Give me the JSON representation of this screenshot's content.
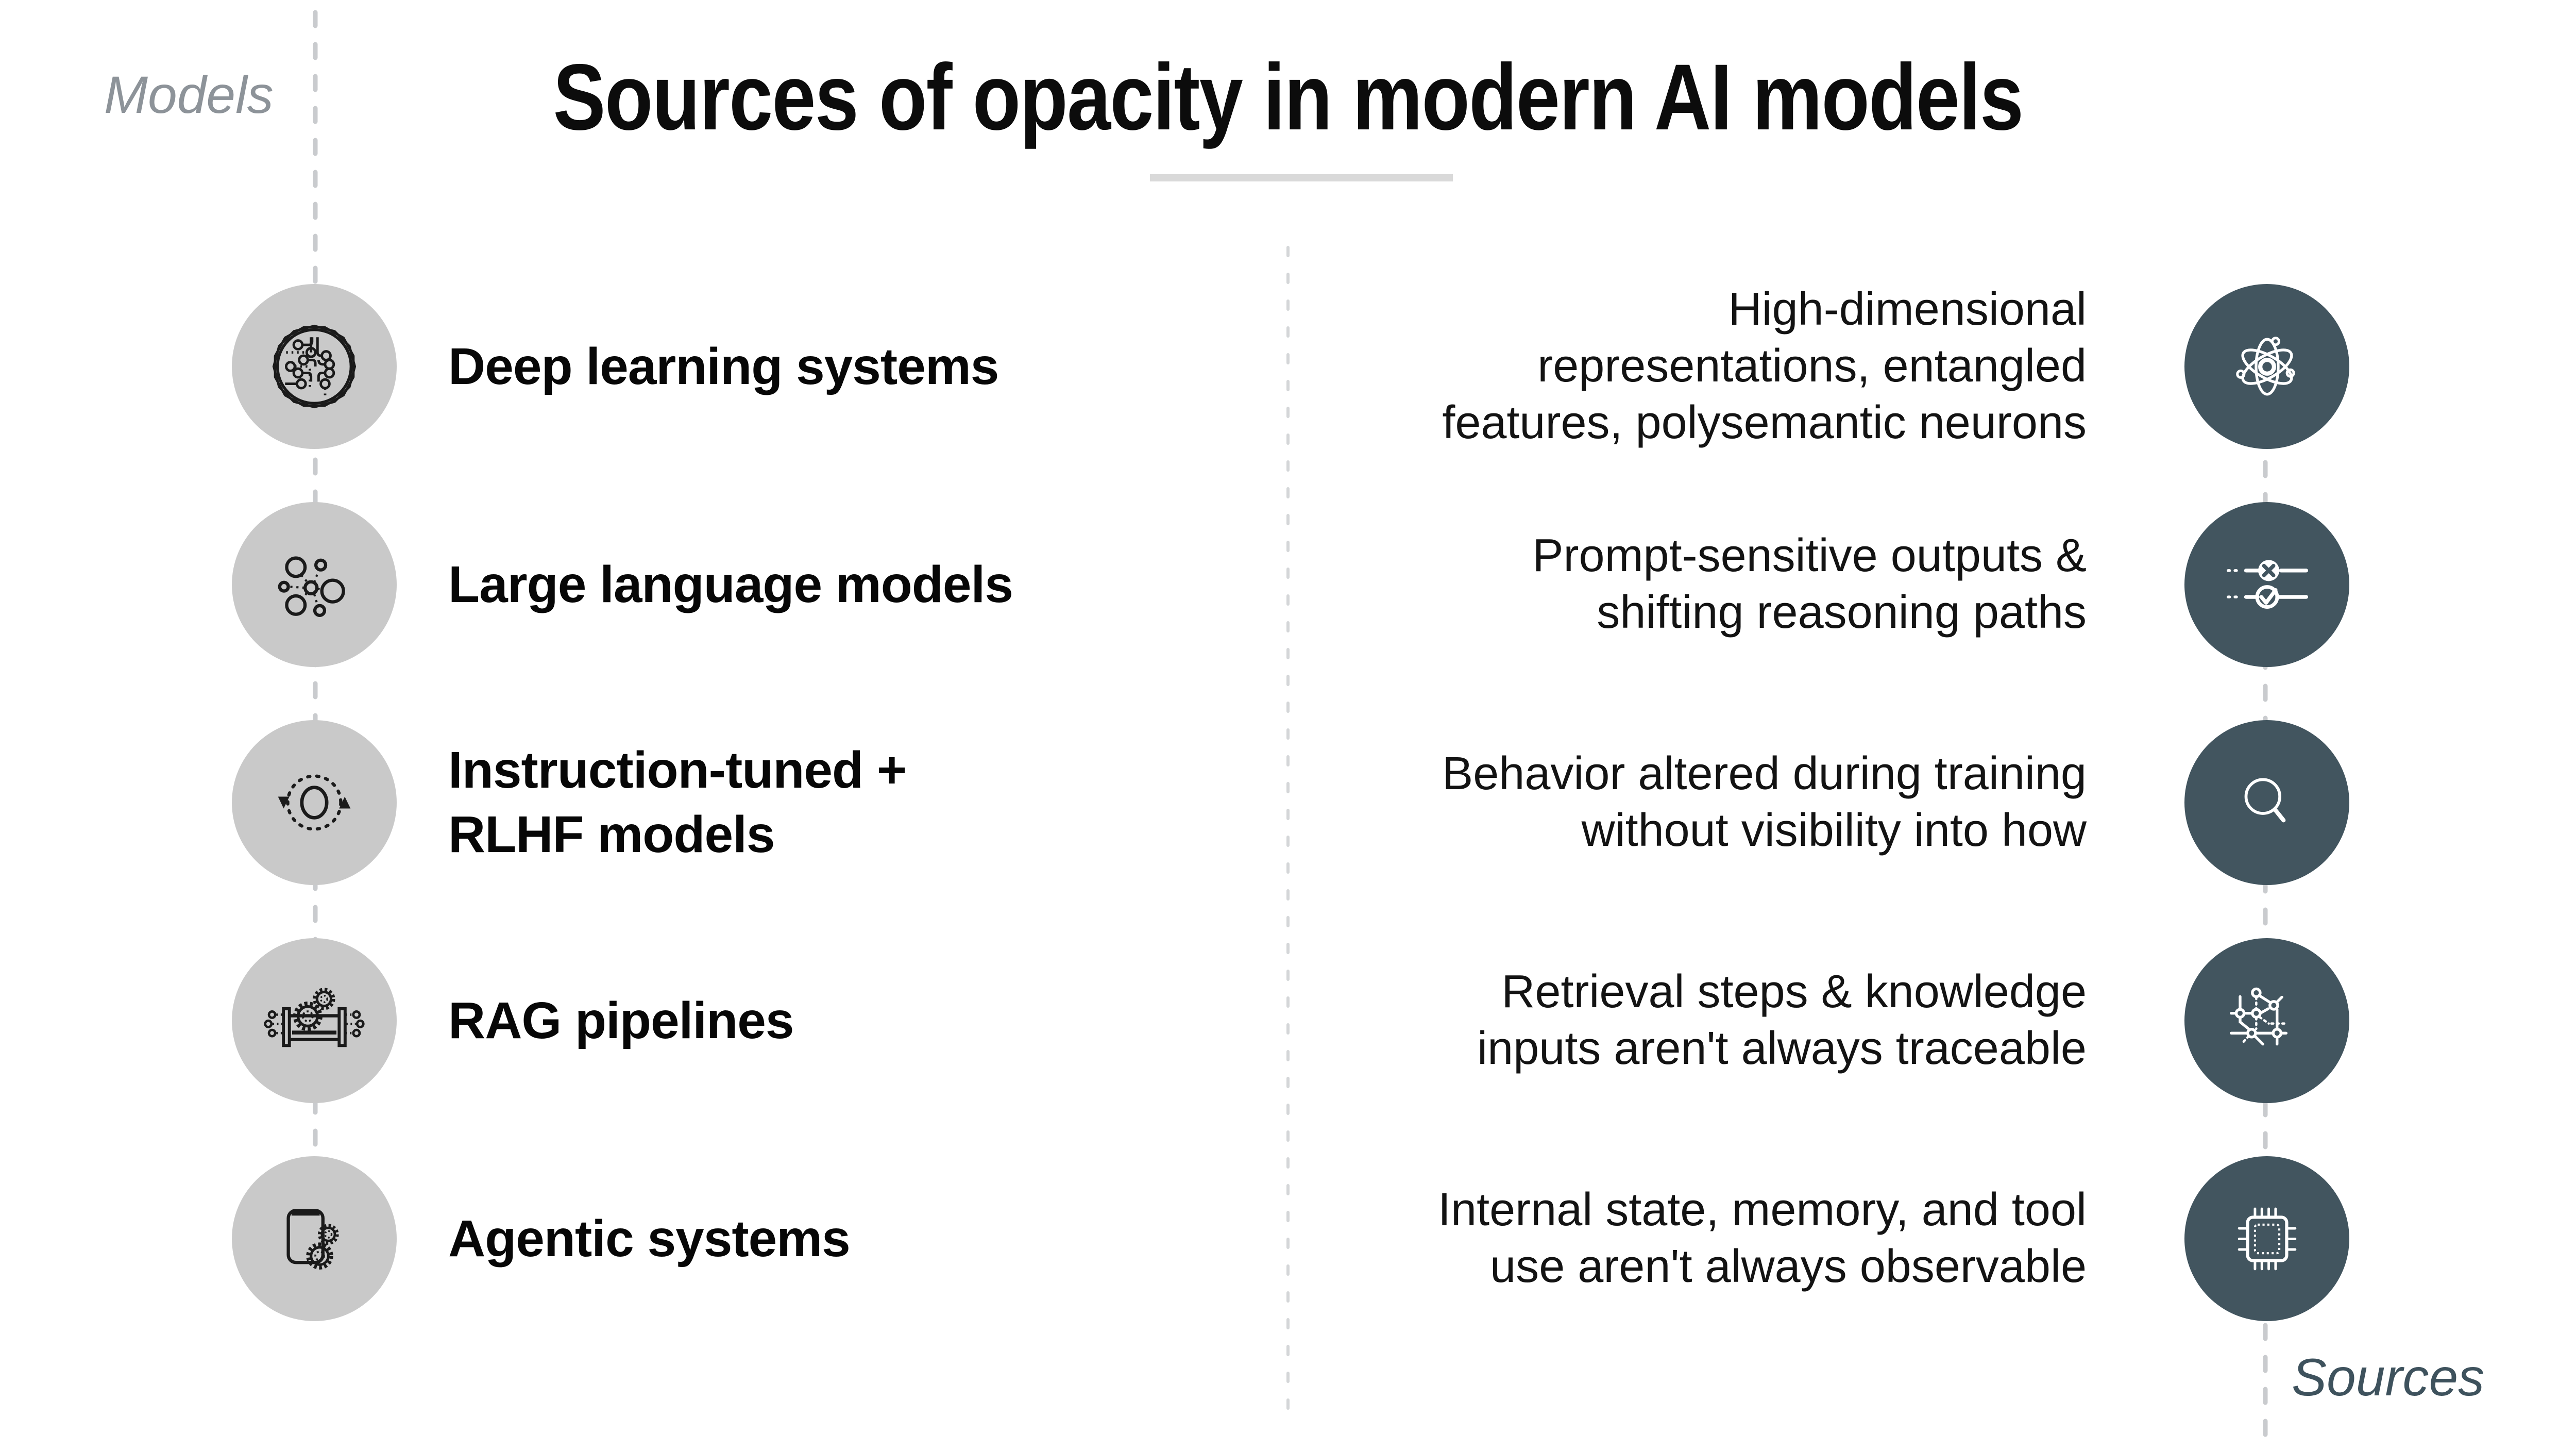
{
  "header": {
    "title": "Sources of opacity in modern AI models",
    "models_label": "Models",
    "sources_label": "Sources"
  },
  "rows": [
    {
      "model_icon": "circuit-brain-icon",
      "model_lines": [
        "Deep learning systems"
      ],
      "source_lines": [
        "High-dimensional",
        "representations, entangled",
        "features, polysemantic neurons"
      ],
      "source_icon": "atom-icon"
    },
    {
      "model_icon": "node-cluster-icon",
      "model_lines": [
        "Large language models"
      ],
      "source_lines": [
        "Prompt-sensitive outputs &",
        "shifting reasoning paths"
      ],
      "source_icon": "sliders-status-icon"
    },
    {
      "model_icon": "feedback-loop-icon",
      "model_lines": [
        "Instruction-tuned +",
        "RLHF models"
      ],
      "source_lines": [
        "Behavior altered during training",
        "without visibility into how"
      ],
      "source_icon": "magnifier-icon"
    },
    {
      "model_icon": "pipeline-gears-icon",
      "model_lines": [
        "RAG pipelines"
      ],
      "source_lines": [
        "Retrieval steps & knowledge",
        "inputs aren't always traceable"
      ],
      "source_icon": "route-map-icon"
    },
    {
      "model_icon": "window-gears-icon",
      "model_lines": [
        "Agentic systems"
      ],
      "source_lines": [
        "Internal state, memory, and tool",
        "use aren't always observable"
      ],
      "source_icon": "chip-icon"
    }
  ],
  "colors": {
    "accent_dark": "#42555F",
    "bubble_gray": "#C9C9C9",
    "models_label_gray": "#8D9399",
    "sources_label_dark": "#3E525D",
    "divider_gray": "#D9D9D9",
    "dashed_line_gray": "#C9CBCE",
    "dashed_line_light": "#D4D6D8",
    "text_black": "#0C0C0C"
  }
}
